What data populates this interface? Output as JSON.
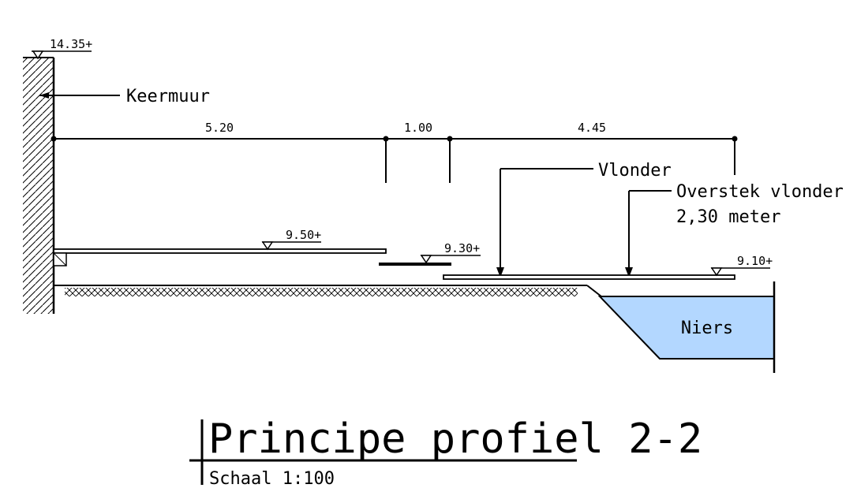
{
  "labels": {
    "keermuur": "Keermuur",
    "vlonder": "Vlonder",
    "overstek_line1": "Overstek vlonder",
    "overstek_line2": "2,30 meter",
    "niers": "Niers"
  },
  "levels": {
    "top_wall": "14.35+",
    "upper_deck": "9.50+",
    "middle_step": "9.30+",
    "lower_deck": "9.10+"
  },
  "dimensions": {
    "d1": "5.20",
    "d2": "1.00",
    "d3": "4.45"
  },
  "title": {
    "main": "Principe profiel 2-2",
    "scale": "Schaal 1:100"
  },
  "colors": {
    "water": "#b3d7ff",
    "line": "#000000"
  }
}
